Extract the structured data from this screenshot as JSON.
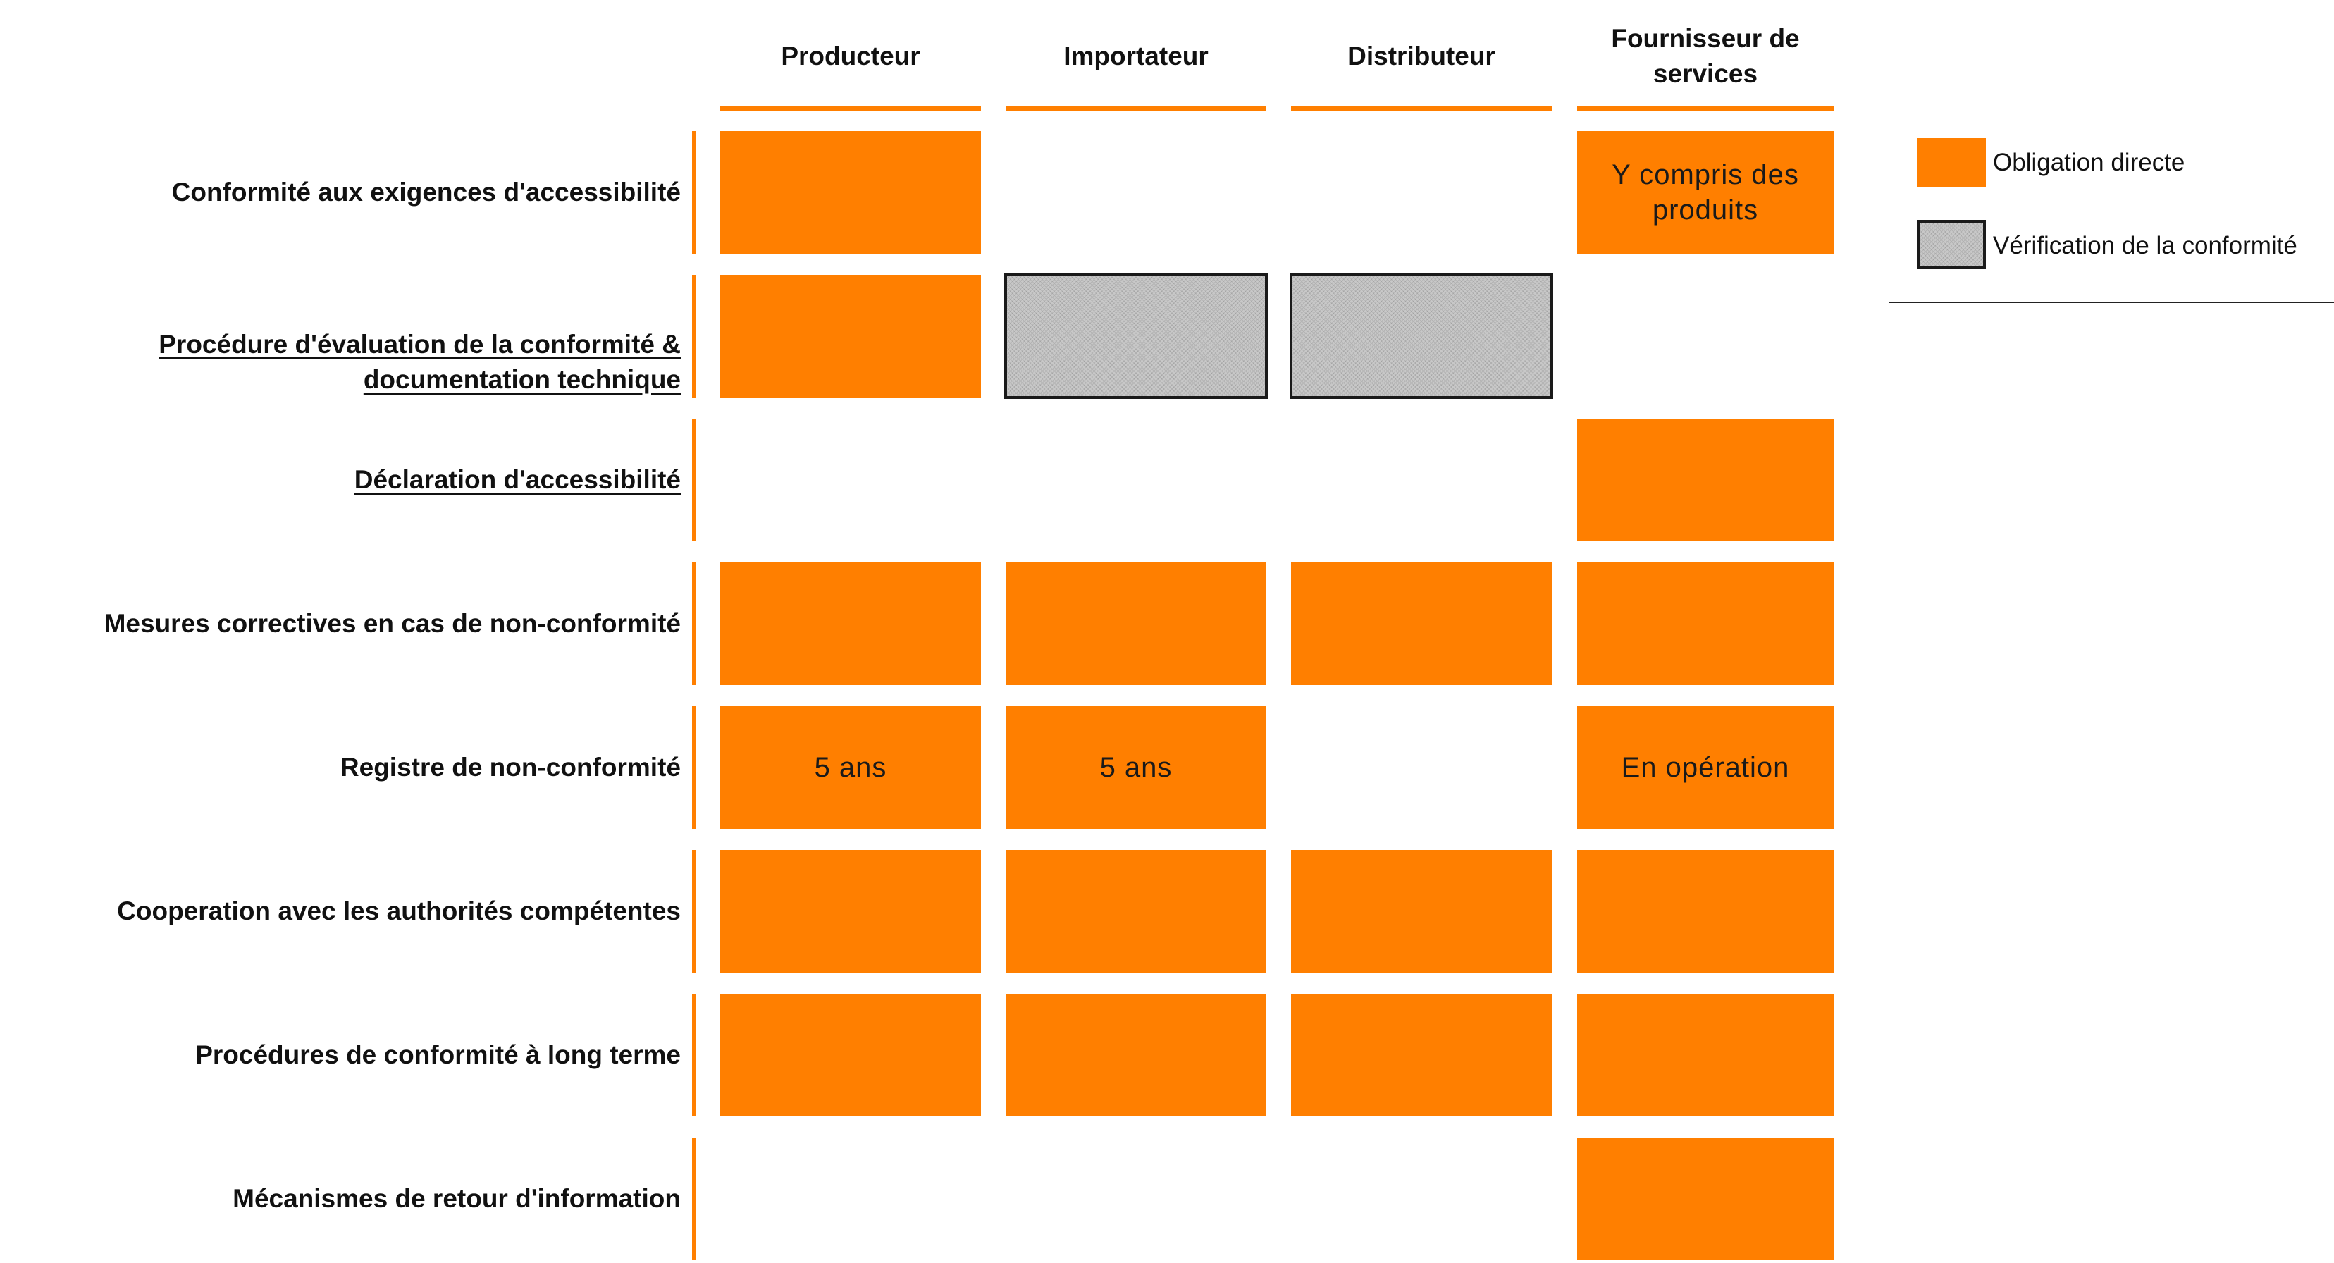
{
  "columns": [
    {
      "label": "Producteur"
    },
    {
      "label": "Importateur"
    },
    {
      "label": "Distributeur"
    },
    {
      "label_lines": [
        "Fournisseur de",
        "services"
      ]
    }
  ],
  "rows": [
    {
      "label": "Conformité aux exigences d'accessibilité",
      "link": false
    },
    {
      "label_lines": [
        "Procédure d'évaluation de la conformité &",
        "documentation technique"
      ],
      "link": true
    },
    {
      "label": "Déclaration d'accessibilité",
      "link": true
    },
    {
      "label": "Mesures correctives en cas de non-conformité",
      "link": false
    },
    {
      "label": "Registre de non-conformité",
      "link": false
    },
    {
      "label": "Cooperation avec les authorités compétentes",
      "link": false
    },
    {
      "label": "Procédures de conformité à long terme",
      "link": false
    },
    {
      "label": "Mécanismes de retour d'information",
      "link": false
    }
  ],
  "matrix": [
    [
      {
        "type": "direct"
      },
      {
        "type": "none"
      },
      {
        "type": "none"
      },
      {
        "type": "direct",
        "text_lines": [
          "Y compris des",
          "produits"
        ]
      }
    ],
    [
      {
        "type": "direct"
      },
      {
        "type": "verification"
      },
      {
        "type": "verification"
      },
      {
        "type": "none"
      }
    ],
    [
      {
        "type": "none"
      },
      {
        "type": "none"
      },
      {
        "type": "none"
      },
      {
        "type": "direct"
      }
    ],
    [
      {
        "type": "direct"
      },
      {
        "type": "direct"
      },
      {
        "type": "direct"
      },
      {
        "type": "direct"
      }
    ],
    [
      {
        "type": "direct",
        "text": "5 ans"
      },
      {
        "type": "direct",
        "text": "5 ans"
      },
      {
        "type": "none"
      },
      {
        "type": "direct",
        "text": "En opération"
      }
    ],
    [
      {
        "type": "direct"
      },
      {
        "type": "direct"
      },
      {
        "type": "direct"
      },
      {
        "type": "direct"
      }
    ],
    [
      {
        "type": "direct"
      },
      {
        "type": "direct"
      },
      {
        "type": "direct"
      },
      {
        "type": "direct"
      }
    ],
    [
      {
        "type": "none"
      },
      {
        "type": "none"
      },
      {
        "type": "none"
      },
      {
        "type": "direct"
      }
    ]
  ],
  "legend": {
    "direct": "Obligation directe",
    "verification": "Vérification de la conformité"
  },
  "colors": {
    "accent": "#ff7f00",
    "verification_fill": "#c8c8c8",
    "border": "#1a1a1a"
  }
}
